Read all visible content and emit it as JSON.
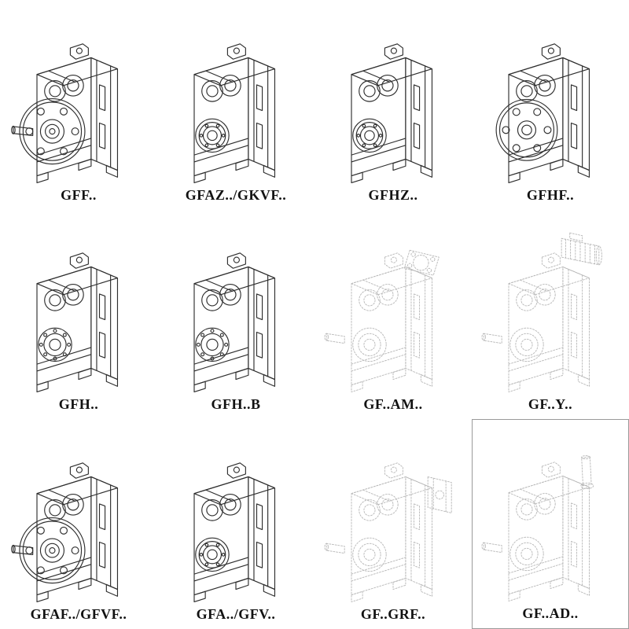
{
  "page": {
    "colors": {
      "line": "#2e2e2e",
      "faint_line": "#b8b8b8",
      "background": "#ffffff"
    }
  },
  "items": [
    {
      "label": "GFF..",
      "drawing": "gf-flange-shaft",
      "style": "solid",
      "boxed": false
    },
    {
      "label": "GFAZ../GKVF..",
      "drawing": "gf-hollow",
      "style": "solid",
      "boxed": false
    },
    {
      "label": "GFHZ..",
      "drawing": "gf-hollow",
      "style": "solid",
      "boxed": false
    },
    {
      "label": "GFHF..",
      "drawing": "gf-flange-front",
      "style": "solid",
      "boxed": false
    },
    {
      "label": "GFH..",
      "drawing": "gf-basic",
      "style": "solid",
      "boxed": false
    },
    {
      "label": "GFH..B",
      "drawing": "gf-basic",
      "style": "solid",
      "boxed": false
    },
    {
      "label": "GF..AM..",
      "drawing": "gf-top-flange",
      "style": "faint",
      "boxed": false
    },
    {
      "label": "GF..Y..",
      "drawing": "gf-motor",
      "style": "faint",
      "boxed": false
    },
    {
      "label": "GFAF../GFVF..",
      "drawing": "gf-flange-shaft",
      "style": "solid",
      "boxed": false
    },
    {
      "label": "GFA../GFV..",
      "drawing": "gf-hollow",
      "style": "solid",
      "boxed": false
    },
    {
      "label": "GF..GRF..",
      "drawing": "gf-grf",
      "style": "faint",
      "boxed": false
    },
    {
      "label": "GF..AD..",
      "drawing": "gf-ad",
      "style": "faint",
      "boxed": true
    }
  ]
}
